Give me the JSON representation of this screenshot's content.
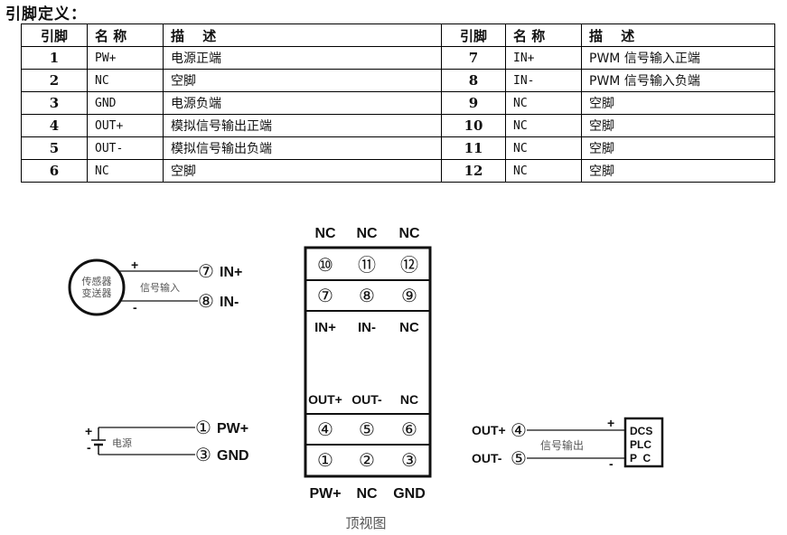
{
  "title": "引脚定义：",
  "table": {
    "headers": [
      "引脚",
      "名 称",
      "描　 述"
    ],
    "left_rows": [
      {
        "pin": "1",
        "name": "PW+",
        "desc": "电源正端"
      },
      {
        "pin": "2",
        "name": "NC",
        "desc": "空脚"
      },
      {
        "pin": "3",
        "name": "GND",
        "desc": "电源负端"
      },
      {
        "pin": "4",
        "name": "OUT+",
        "desc": "模拟信号输出正端"
      },
      {
        "pin": "5",
        "name": "OUT-",
        "desc": "模拟信号输出负端"
      },
      {
        "pin": "6",
        "name": "NC",
        "desc": "空脚"
      }
    ],
    "right_rows": [
      {
        "pin": "7",
        "name": "IN+",
        "desc": "PWM 信号输入正端"
      },
      {
        "pin": "8",
        "name": "IN-",
        "desc": "PWM 信号输入负端"
      },
      {
        "pin": "9",
        "name": "NC",
        "desc": "空脚"
      },
      {
        "pin": "10",
        "name": "NC",
        "desc": "空脚"
      },
      {
        "pin": "11",
        "name": "NC",
        "desc": "空脚"
      },
      {
        "pin": "12",
        "name": "NC",
        "desc": "空脚"
      }
    ]
  },
  "diagram": {
    "sensor": {
      "line1": "传感器",
      "line2": "变送器",
      "signal_label": "信号输入",
      "plus": "+",
      "minus": "-",
      "pin_a": "⑦",
      "pin_a_label": "IN+",
      "pin_b": "⑧",
      "pin_b_label": "IN-"
    },
    "power": {
      "label": "电源",
      "plus": "+",
      "minus": "-",
      "pin_a": "①",
      "pin_a_label": "PW+",
      "pin_b": "③",
      "pin_b_label": "GND"
    },
    "output": {
      "signal_label": "信号输出",
      "plus": "+",
      "minus": "-",
      "pin_a": "④",
      "pin_a_label": "OUT+",
      "pin_b": "⑤",
      "pin_b_label": "OUT-",
      "device_lines": [
        "DCS",
        "PLC",
        "P  C"
      ]
    },
    "module": {
      "top_labels": [
        "NC",
        "NC",
        "NC"
      ],
      "row1_pins": [
        "⑩",
        "⑪",
        "⑫"
      ],
      "row2_pins": [
        "⑦",
        "⑧",
        "⑨"
      ],
      "upper_labels": [
        "IN+",
        "IN-",
        "NC"
      ],
      "lower_labels": [
        "OUT+",
        "OUT-",
        "NC"
      ],
      "row3_pins": [
        "④",
        "⑤",
        "⑥"
      ],
      "row4_pins": [
        "①",
        "②",
        "③"
      ],
      "bottom_labels": [
        "PW+",
        "NC",
        "GND"
      ],
      "caption": "顶视图"
    }
  }
}
